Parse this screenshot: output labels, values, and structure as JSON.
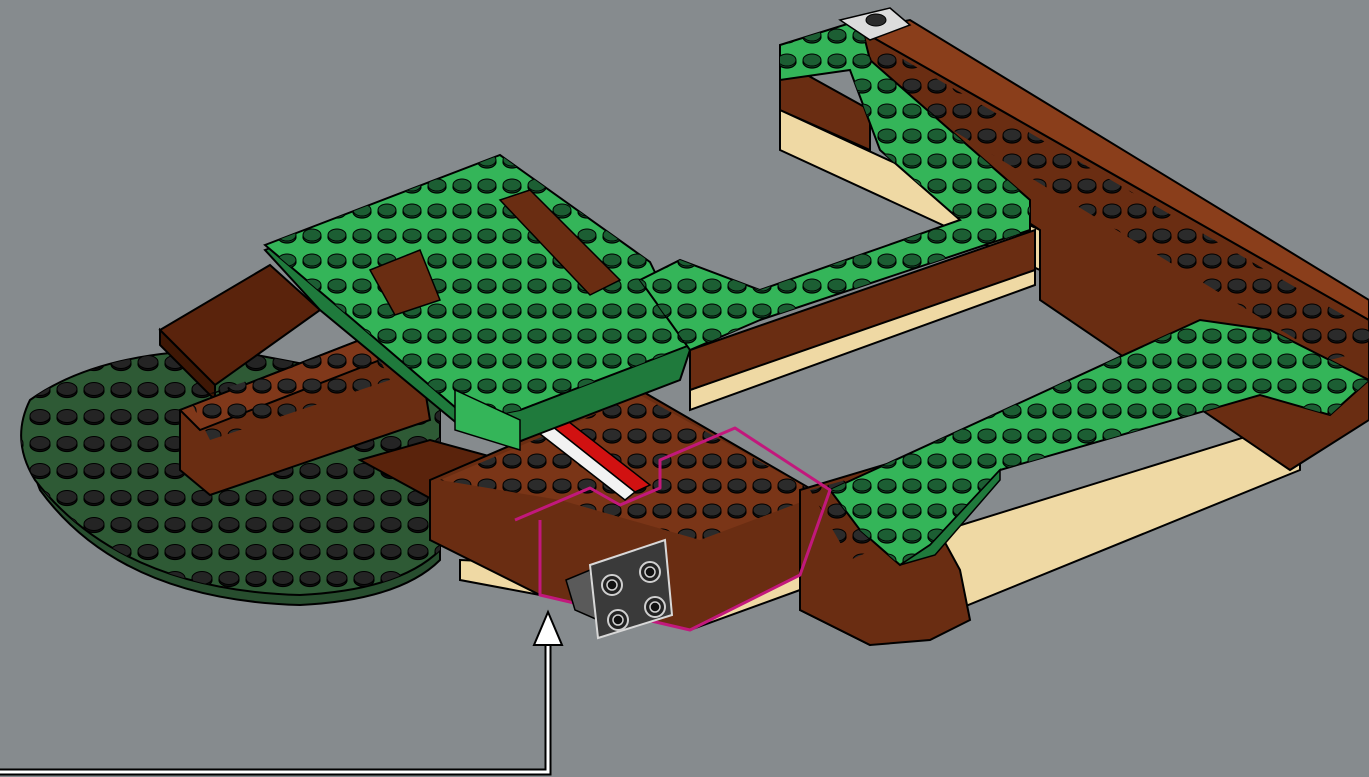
{
  "scene": {
    "colors": {
      "background": "#868b8e",
      "green": "#34b559",
      "green_dark": "#1f7a3c",
      "stud_green": "#0f4a26",
      "brown": "#6a2d12",
      "brown_dark": "#4a1c08",
      "tan": "#efd9a4",
      "dark_green_plate": "#2e5a35",
      "red": "#d11111",
      "highlight": "#c2187c",
      "grey_part": "#3a3a3a",
      "arrow": "#ffffff",
      "outline": "#111111"
    },
    "parts": [
      {
        "name": "dark-green-round-plate",
        "color": "dark_green_plate"
      },
      {
        "name": "brown-slope-left",
        "color": "brown"
      },
      {
        "name": "green-tiles-left-block",
        "color": "green"
      },
      {
        "name": "brown-bricks-center",
        "color": "brown"
      },
      {
        "name": "red-strip",
        "color": "red"
      },
      {
        "name": "green-tiles-top-right",
        "color": "green"
      },
      {
        "name": "brown-ledge-right",
        "color": "brown"
      },
      {
        "name": "green-tiles-lower-right",
        "color": "green"
      },
      {
        "name": "tan-base-plates",
        "color": "tan"
      },
      {
        "name": "grey-bracket-part",
        "color": "grey_part"
      }
    ],
    "callout": {
      "icon": "up-arrow-icon",
      "highlight": "magenta-outline"
    }
  }
}
